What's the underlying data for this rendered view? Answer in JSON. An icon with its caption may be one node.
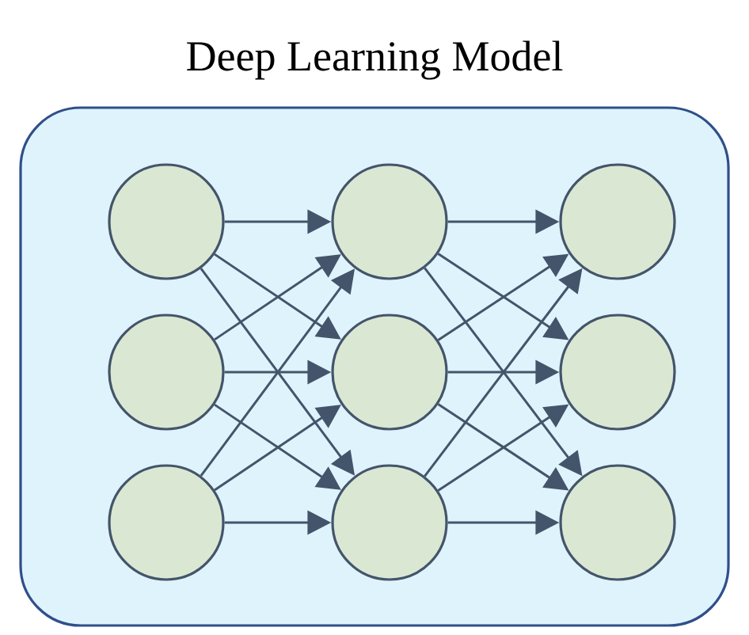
{
  "diagram": {
    "title": "Deep Learning Model",
    "nodes": [
      {
        "text": [],
        "shape": "box"
      },
      {
        "text": [],
        "shape": "circle",
        "in": 0
      },
      {
        "text": [],
        "shape": "circle",
        "in": 0
      },
      {
        "text": [],
        "shape": "circle",
        "in": 0
      },
      {
        "text": [],
        "shape": "circle",
        "in": 0
      },
      {
        "text": [],
        "shape": "circle",
        "in": 0
      },
      {
        "text": [],
        "shape": "circle",
        "in": 0
      },
      {
        "text": [],
        "shape": "circle",
        "in": 0
      },
      {
        "text": [],
        "shape": "circle",
        "in": 0
      },
      {
        "text": [],
        "shape": "circle",
        "in": 0
      }
    ],
    "edges": [
      {
        "from": 1,
        "to": 4,
        "arrow": "to"
      },
      {
        "from": 1,
        "to": 5,
        "arrow": "to"
      },
      {
        "from": 1,
        "to": 6,
        "arrow": "to"
      },
      {
        "from": 2,
        "to": 4,
        "arrow": "to"
      },
      {
        "from": 2,
        "to": 5,
        "arrow": "to"
      },
      {
        "from": 2,
        "to": 6,
        "arrow": "to"
      },
      {
        "from": 3,
        "to": 4,
        "arrow": "to"
      },
      {
        "from": 3,
        "to": 5,
        "arrow": "to"
      },
      {
        "from": 3,
        "to": 6,
        "arrow": "to"
      },
      {
        "from": 4,
        "to": 7,
        "arrow": "to"
      },
      {
        "from": 4,
        "to": 8,
        "arrow": "to"
      },
      {
        "from": 4,
        "to": 9,
        "arrow": "to"
      },
      {
        "from": 5,
        "to": 7,
        "arrow": "to"
      },
      {
        "from": 5,
        "to": 8,
        "arrow": "to"
      },
      {
        "from": 5,
        "to": 9,
        "arrow": "to"
      },
      {
        "from": 6,
        "to": 7,
        "arrow": "to"
      },
      {
        "from": 6,
        "to": 8,
        "arrow": "to"
      },
      {
        "from": 6,
        "to": 9,
        "arrow": "to"
      }
    ]
  }
}
